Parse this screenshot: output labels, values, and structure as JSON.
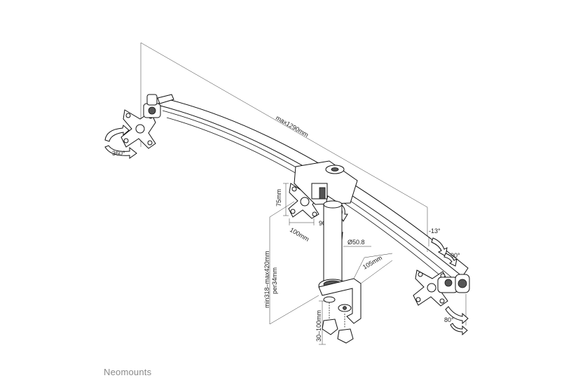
{
  "labels": {
    "total_width": "max1290mm",
    "rotate_left": "360°",
    "vesa_height": "75mm",
    "vesa_width": "100mm",
    "swivel_center": "90°",
    "pole_diameter": "Ø50.8",
    "pole_height_range": "min318–max420mm",
    "pole_step": "per34mm",
    "clamp_depth": "105mm",
    "desk_thickness": "30–100mm",
    "tilt_up": "-13°",
    "tilt_down": "90°",
    "swivel_right": "80°"
  },
  "brand": {
    "name": "Neomounts"
  }
}
